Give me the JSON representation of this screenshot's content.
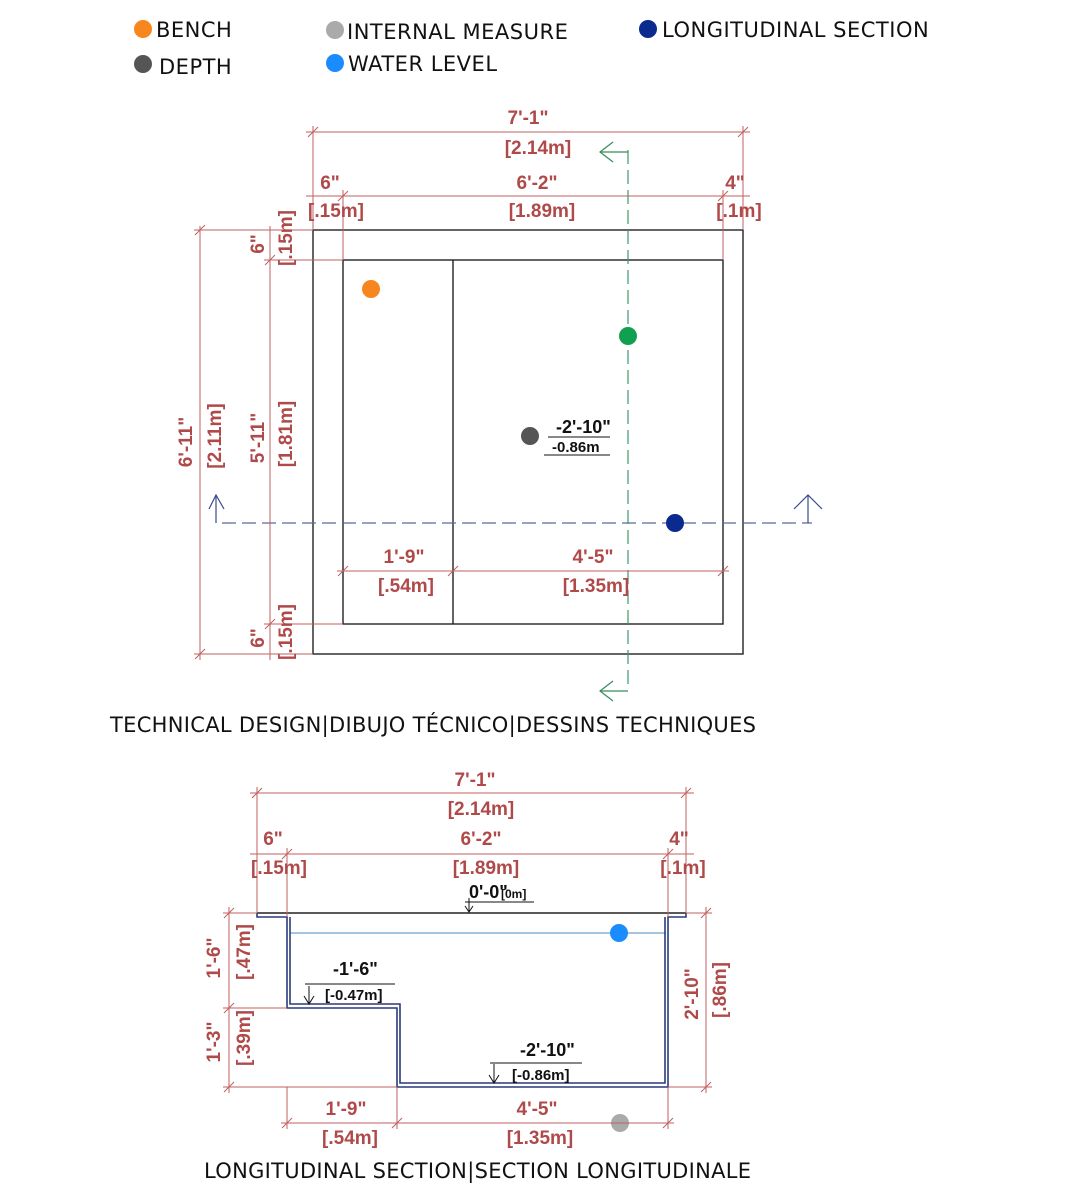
{
  "legend": {
    "bench": {
      "label": "BENCH",
      "color": "#f7861e"
    },
    "depth": {
      "label": "DEPTH",
      "color": "#555555"
    },
    "internal": {
      "label": "INTERNAL MEASURE",
      "color": "#aaaaaa"
    },
    "water": {
      "label": "WATER LEVEL",
      "color": "#1a8cff"
    },
    "section": {
      "label": "LONGITUDINAL SECTION",
      "color": "#0b2a8f"
    }
  },
  "plan": {
    "caption": "TECHNICAL DESIGN|DIBUJO TÉCNICO|DESSINS TECHNIQUES",
    "overall_width": {
      "ft": "7'-1\"",
      "m": "[2.14m]"
    },
    "left_wall": {
      "ft": "6\"",
      "m": "[.15m]"
    },
    "inner_width": {
      "ft": "6'-2\"",
      "m": "[1.89m]"
    },
    "right_wall": {
      "ft": "4\"",
      "m": "[.1m]"
    },
    "overall_height": {
      "ft": "6'-11\"",
      "m": "[2.11m]"
    },
    "top_wall": {
      "ft": "6\"",
      "m": "[.15m]"
    },
    "inner_height": {
      "ft": "5'-11\"",
      "m": "[1.81m]"
    },
    "bottom_wall": {
      "ft": "6\"",
      "m": "[.15m]"
    },
    "bench_width": {
      "ft": "1'-9\"",
      "m": "[.54m]"
    },
    "pool_width": {
      "ft": "4'-5\"",
      "m": "[1.35m]"
    },
    "depth_label": {
      "ft": "-2'-10\"",
      "m": "-0.86m"
    },
    "green_marker_color": "#10a050"
  },
  "section": {
    "caption": "LONGITUDINAL SECTION|SECTION LONGITUDINALE",
    "overall_width": {
      "ft": "7'-1\"",
      "m": "[2.14m]"
    },
    "left_wall": {
      "ft": "6\"",
      "m": "[.15m]"
    },
    "inner_width": {
      "ft": "6'-2\"",
      "m": "[1.89m]"
    },
    "right_wall": {
      "ft": "4\"",
      "m": "[.1m]"
    },
    "top_level": {
      "ft": "0'-0\"",
      "m": "[0m]"
    },
    "bench_level": {
      "ft": "-1'-6\"",
      "m": "[-0.47m]"
    },
    "floor_level": {
      "ft": "-2'-10\"",
      "m": "[-0.86m]"
    },
    "left_upper": {
      "ft": "1'-6\"",
      "m": "[.47m]"
    },
    "left_lower": {
      "ft": "1'-3\"",
      "m": "[.39m]"
    },
    "right_total": {
      "ft": "2'-10\"",
      "m": "[.86m]"
    },
    "bench_width": {
      "ft": "1'-9\"",
      "m": "[.54m]"
    },
    "pool_width": {
      "ft": "4'-5\"",
      "m": "[1.35m]"
    }
  }
}
